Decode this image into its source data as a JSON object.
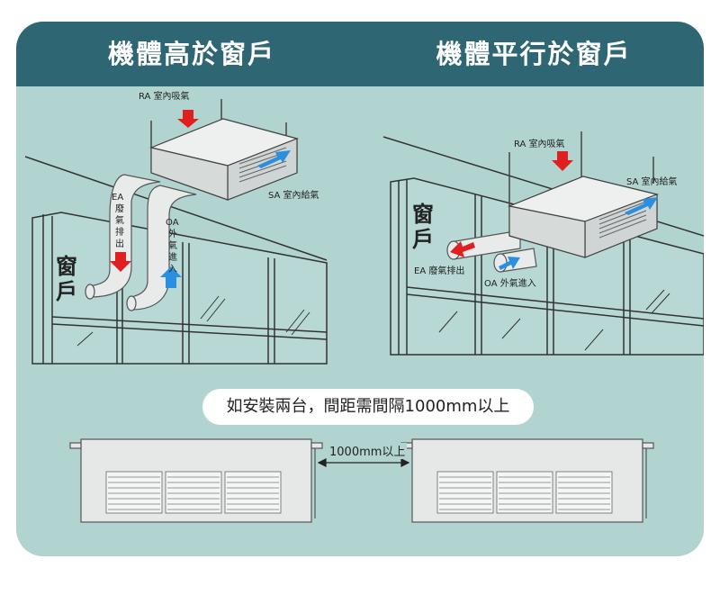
{
  "header": {
    "left_title": "機體高於窗戶",
    "right_title": "機體平行於窗戶"
  },
  "left_diagram": {
    "ra_label": "RA 室內吸氣",
    "sa_label": "SA 室內給氣",
    "ea_label": "EA 廢氣排出",
    "oa_label": "OA 外氣進入",
    "window_label": "窗戶"
  },
  "right_diagram": {
    "ra_label": "RA 室內吸氣",
    "sa_label": "SA 室內給氣",
    "ea_label": "EA 廢氣排出",
    "oa_label": "OA 外氣進入",
    "window_label": "窗戶"
  },
  "note": {
    "text": "如安裝兩台，間距需間隔1000mm以上",
    "spacing_label": "1000mm以上"
  },
  "colors": {
    "header": "#2e6674",
    "background": "#b2d4d1",
    "exhaust_arrow": "#e02020",
    "supply_arrow": "#2a8fe0"
  }
}
